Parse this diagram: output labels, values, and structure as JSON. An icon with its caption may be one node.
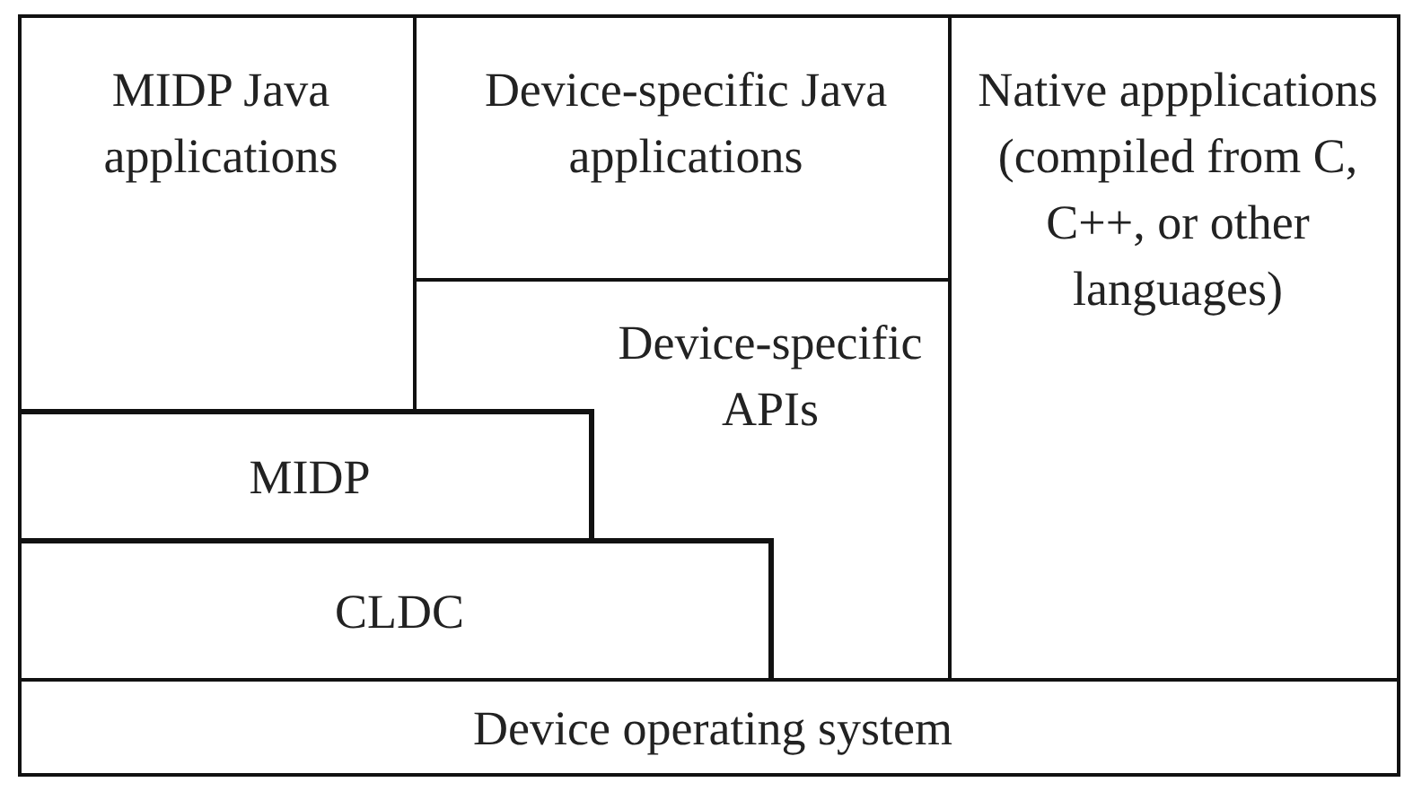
{
  "diagram": {
    "nodes": [
      {
        "text": [
          "MIDP Java applications"
        ]
      },
      {
        "text": [
          "Device-specific Java applications"
        ]
      },
      {
        "text": [
          "Native appplications (compiled from C, C++, or other languages)"
        ]
      },
      {
        "text": [
          "Device-specific APIs"
        ]
      },
      {
        "text": [
          "MIDP"
        ]
      },
      {
        "text": [
          "CLDC"
        ]
      },
      {
        "text": [
          "Device operating system"
        ]
      }
    ]
  }
}
